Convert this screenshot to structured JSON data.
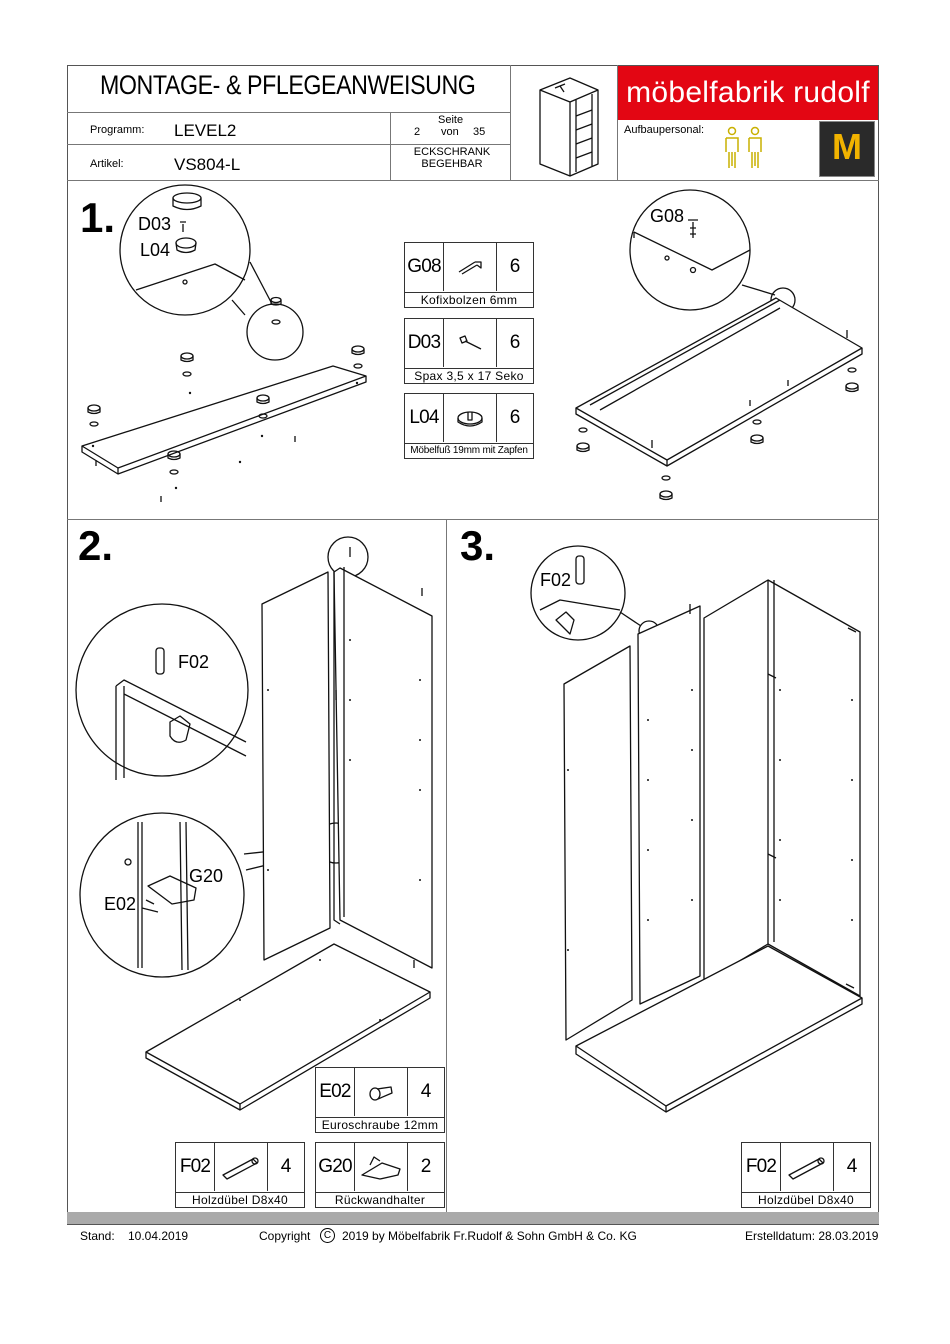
{
  "header": {
    "title": "MONTAGE- & PFLEGEANWEISUNG",
    "programm_label": "Programm:",
    "programm_value": "LEVEL2",
    "artikel_label": "Artikel:",
    "artikel_value": "VS804-L",
    "seite_label": "Seite",
    "page_current": "2",
    "page_von": "von",
    "page_total": "35",
    "product_line1": "ECKSCHRANK",
    "product_line2": "BEGEHBAR",
    "brand": "möbelfabrik rudolf",
    "aufbau_label": "Aufbaupersonal:",
    "badge_letter": "M"
  },
  "steps": {
    "s1": "1.",
    "s2": "2.",
    "s3": "3."
  },
  "callouts": {
    "d03": "D03",
    "l04": "L04",
    "g08": "G08",
    "f02_step2": "F02",
    "g20": "G20",
    "e02": "E02",
    "f02_step3": "F02"
  },
  "parts": {
    "g08": {
      "code": "G08",
      "qty": "6",
      "desc": "Kofixbolzen 6mm"
    },
    "d03": {
      "code": "D03",
      "qty": "6",
      "desc": "Spax  3,5 x 17  Seko"
    },
    "l04": {
      "code": "L04",
      "qty": "6",
      "desc": "Möbelfuß 19mm mit Zapfen"
    },
    "e02": {
      "code": "E02",
      "qty": "4",
      "desc": "Euroschraube 12mm"
    },
    "f02a": {
      "code": "F02",
      "qty": "4",
      "desc": "Holzdübel D8x40"
    },
    "g20": {
      "code": "G20",
      "qty": "2",
      "desc": "Rückwandhalter"
    },
    "f02b": {
      "code": "F02",
      "qty": "4",
      "desc": "Holzdübel D8x40"
    }
  },
  "footer": {
    "stand_label": "Stand:",
    "stand_date": "10.04.2019",
    "copyright_word": "Copyright",
    "copyright_symbol": "C",
    "copyright_text": "2019  by Möbelfabrik Fr.Rudolf & Sohn GmbH & Co. KG",
    "erstell": "Erstelldatum: 28.03.2019"
  },
  "colors": {
    "brand_red": "#e30613",
    "person_icon": "#c9b000",
    "badge_bg": "#2a2a2a",
    "badge_fg": "#f2b300"
  },
  "icons": [
    "two-persons-icon",
    "quality-badge-icon",
    "wardrobe-thumbnail-icon"
  ]
}
